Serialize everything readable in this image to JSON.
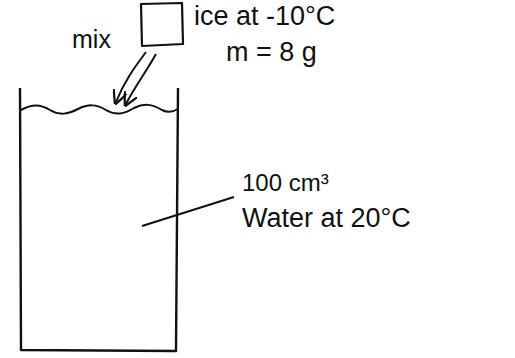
{
  "diagram": {
    "labels": [
      "mix",
      "ice at -10°C",
      "m = 8 g",
      "100 cm³",
      "Water at 20°C"
    ]
  }
}
